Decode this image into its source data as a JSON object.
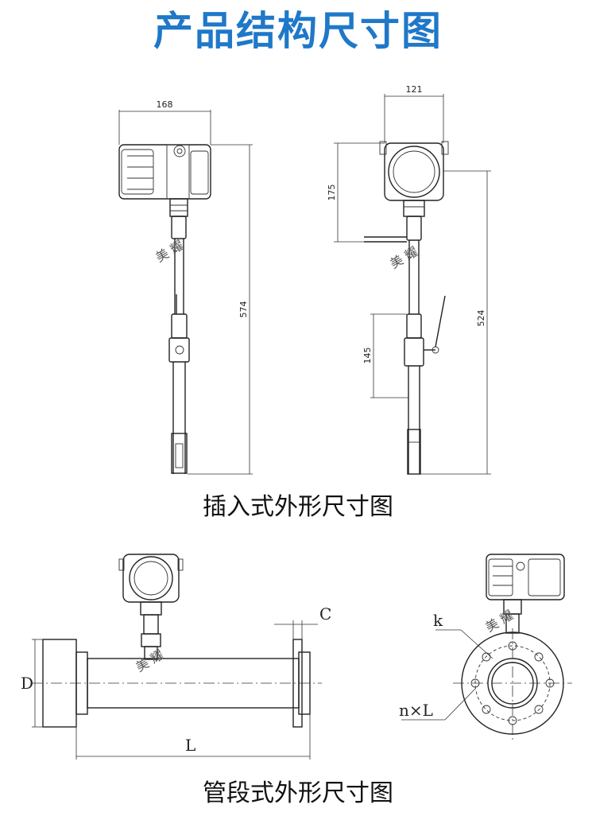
{
  "title": "产品结构尺寸图",
  "insertion": {
    "caption": "插入式外形尺寸图",
    "side_width": "168",
    "side_length": "574",
    "front_width": "121",
    "front_head": "175",
    "front_length": "524",
    "front_valve": "145",
    "watermark": "美 耀"
  },
  "pipe": {
    "caption": "管段式外形尺寸图",
    "label_c": "C",
    "label_d": "D",
    "label_l": "L",
    "label_k": "k",
    "label_nl": "n×L",
    "watermark": "美 耀"
  }
}
